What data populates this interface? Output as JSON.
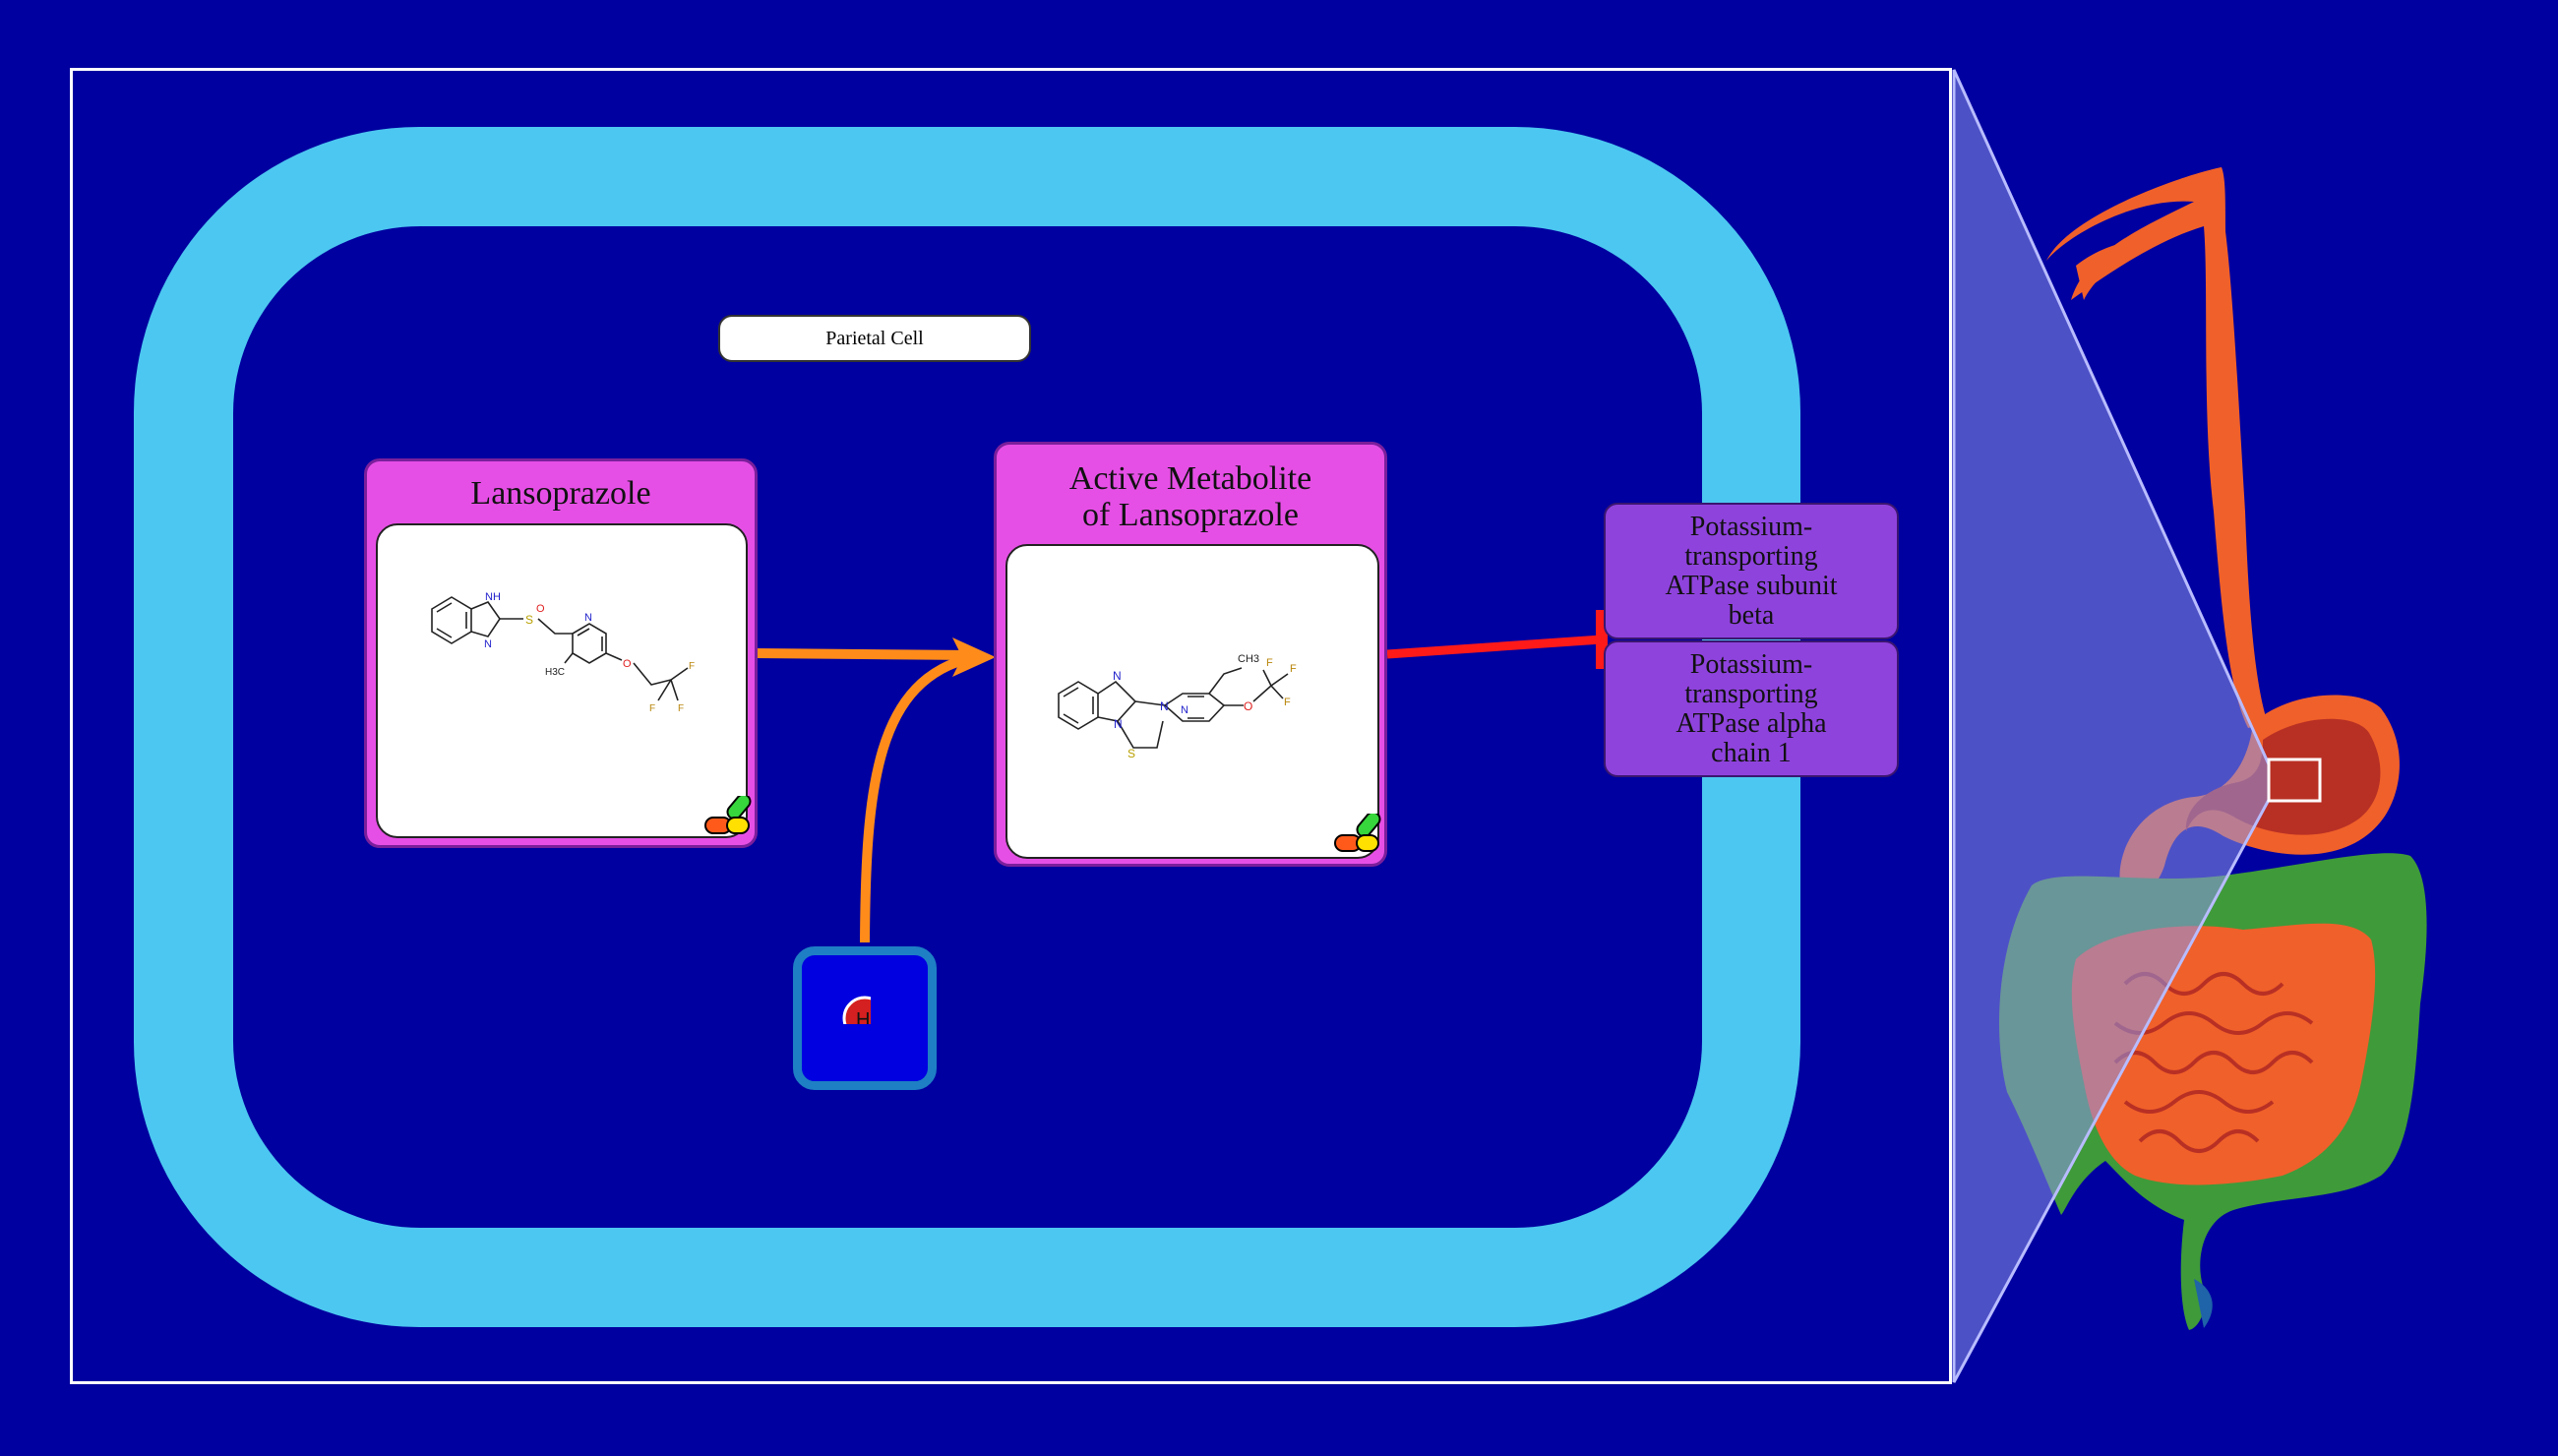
{
  "cell_label": "Parietal Cell",
  "drug1": {
    "title": "Lansoprazole"
  },
  "drug2": {
    "title_line1": "Active Metabolite",
    "title_line2": "of Lansoprazole"
  },
  "proteins": [
    {
      "lines": [
        "Potassium-",
        "transporting",
        "ATPase subunit",
        "beta"
      ]
    },
    {
      "lines": [
        "Potassium-",
        "transporting",
        "ATPase alpha",
        "chain 1"
      ]
    }
  ],
  "ion": {
    "symbol": "H",
    "charge": "+"
  },
  "molecule1_atoms": {
    "nh": "NH",
    "n1": "N",
    "s": "S",
    "o1": "O",
    "n2": "N",
    "ch3": "H3C",
    "o2": "O",
    "f1": "F",
    "f2": "F",
    "f3": "F"
  },
  "molecule2_atoms": {
    "n1": "N",
    "n2": "N",
    "n3": "N",
    "s": "S",
    "n4": "N",
    "ch3": "CH3",
    "o": "O",
    "f1": "F",
    "f2": "F",
    "f3": "F"
  },
  "colors": {
    "background": "#0000a0",
    "membrane": "#4cc7f1",
    "drug_box": "#e64fe6",
    "protein_box": "#8f43dd",
    "conversion_arrow": "#ff8c1a",
    "inhibition": "#ff0000",
    "organ_stomach": "#f0602a",
    "organ_colon": "#3f9a3a"
  }
}
